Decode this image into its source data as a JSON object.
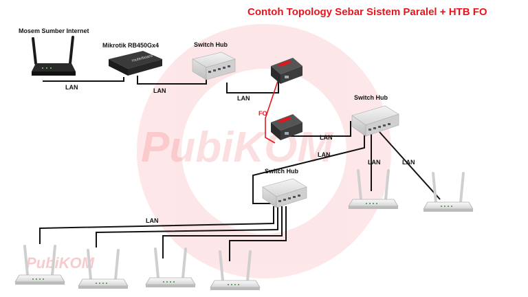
{
  "title": "Contoh Topology Sebar Sistem Paralel + HTB FO",
  "watermark": {
    "brand_a": "Pubi",
    "brand_b": "KOM",
    "color": "#e8141c"
  },
  "devices": {
    "modem": "Mosem Sumber Internet",
    "router": "Mikrotik RB450Gx4",
    "switch_top": "Switch Hub",
    "switch_right": "Switch Hub",
    "switch_bottom": "Switch Hub"
  },
  "links": {
    "lan": "LAN",
    "fo": "FO"
  },
  "colors": {
    "fo_link": "#e8141c",
    "lan_link": "#111111",
    "title": "#e8141c"
  }
}
